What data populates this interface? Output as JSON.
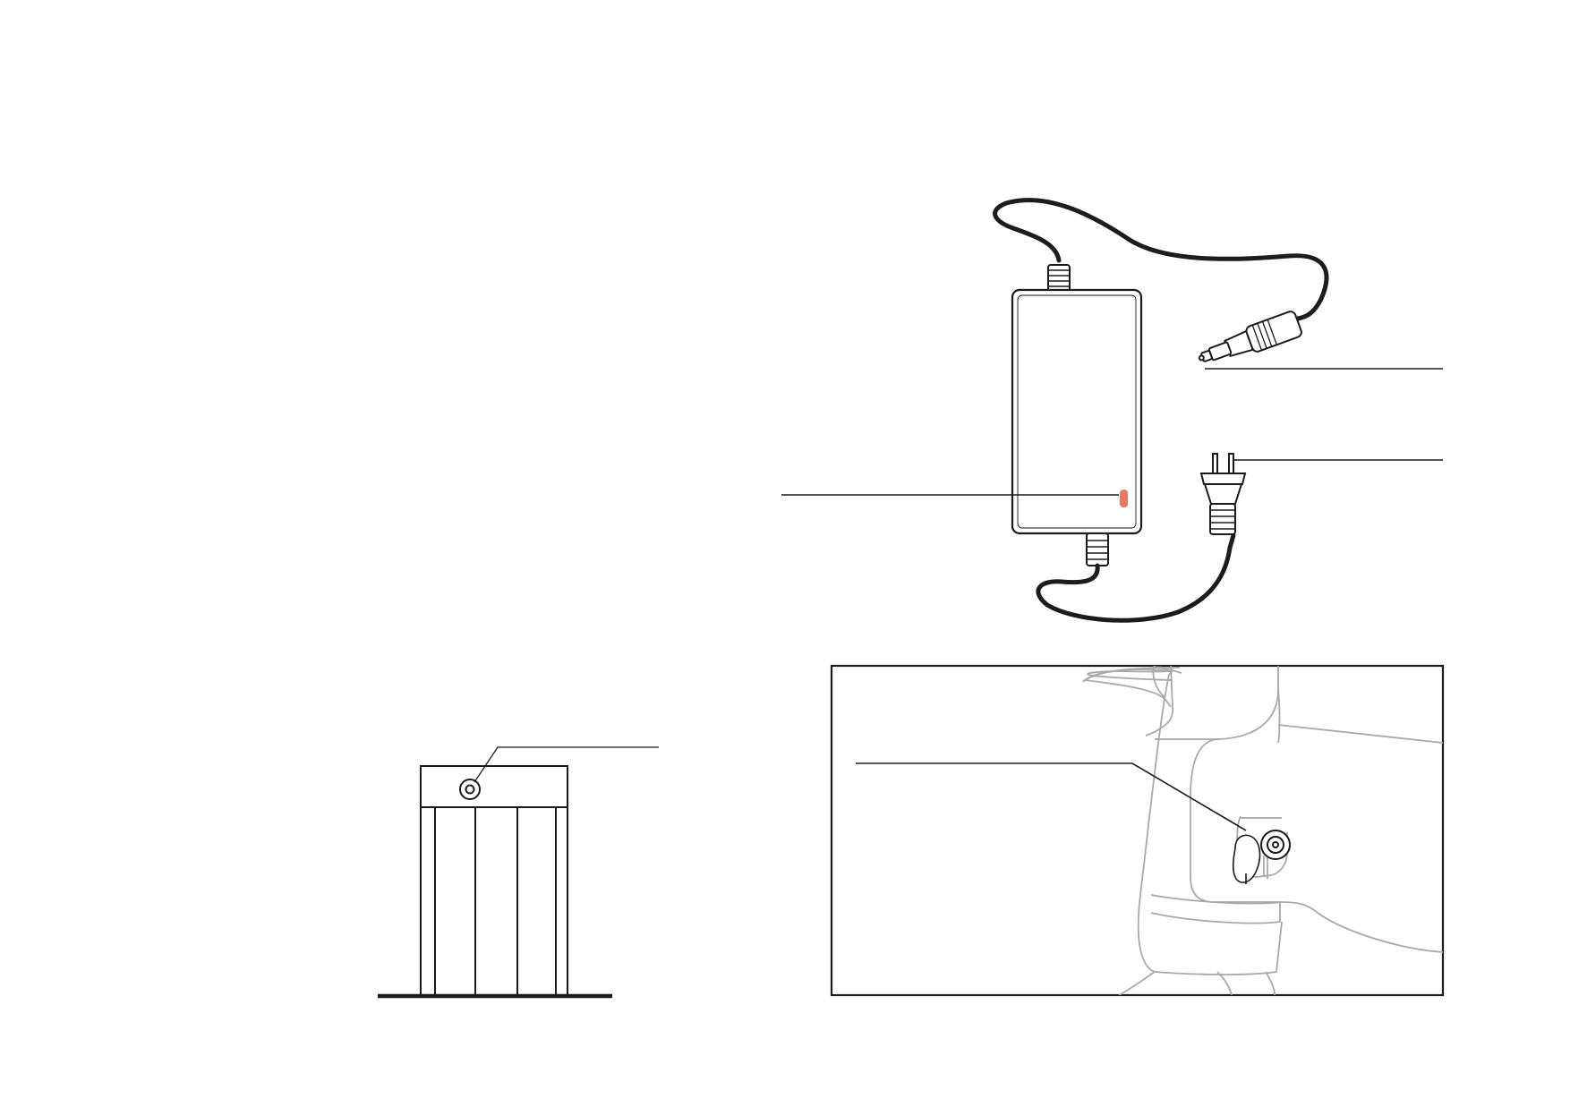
{
  "page": {
    "background": "#ffffff"
  },
  "colors": {
    "line": "#1a1a1a",
    "cable": "#1c1c1c",
    "light_line": "#a9a9a9",
    "indicator_led": "#e8795f",
    "frame": "#1a1a1a"
  },
  "figures": [
    {
      "id": "battery-pack",
      "icon": "battery-pack-icon"
    },
    {
      "id": "charger-adapter",
      "icon": "charger-adapter-icon"
    },
    {
      "id": "scooter-charging-port-detail",
      "icon": "charging-port-icon"
    }
  ],
  "callouts": [
    {
      "id": "battery-charging-port",
      "text": ""
    },
    {
      "id": "charger-indicator-light",
      "text": ""
    },
    {
      "id": "charger-output-plug",
      "text": ""
    },
    {
      "id": "charger-input-plug",
      "text": ""
    },
    {
      "id": "scooter-charging-port",
      "text": ""
    }
  ]
}
